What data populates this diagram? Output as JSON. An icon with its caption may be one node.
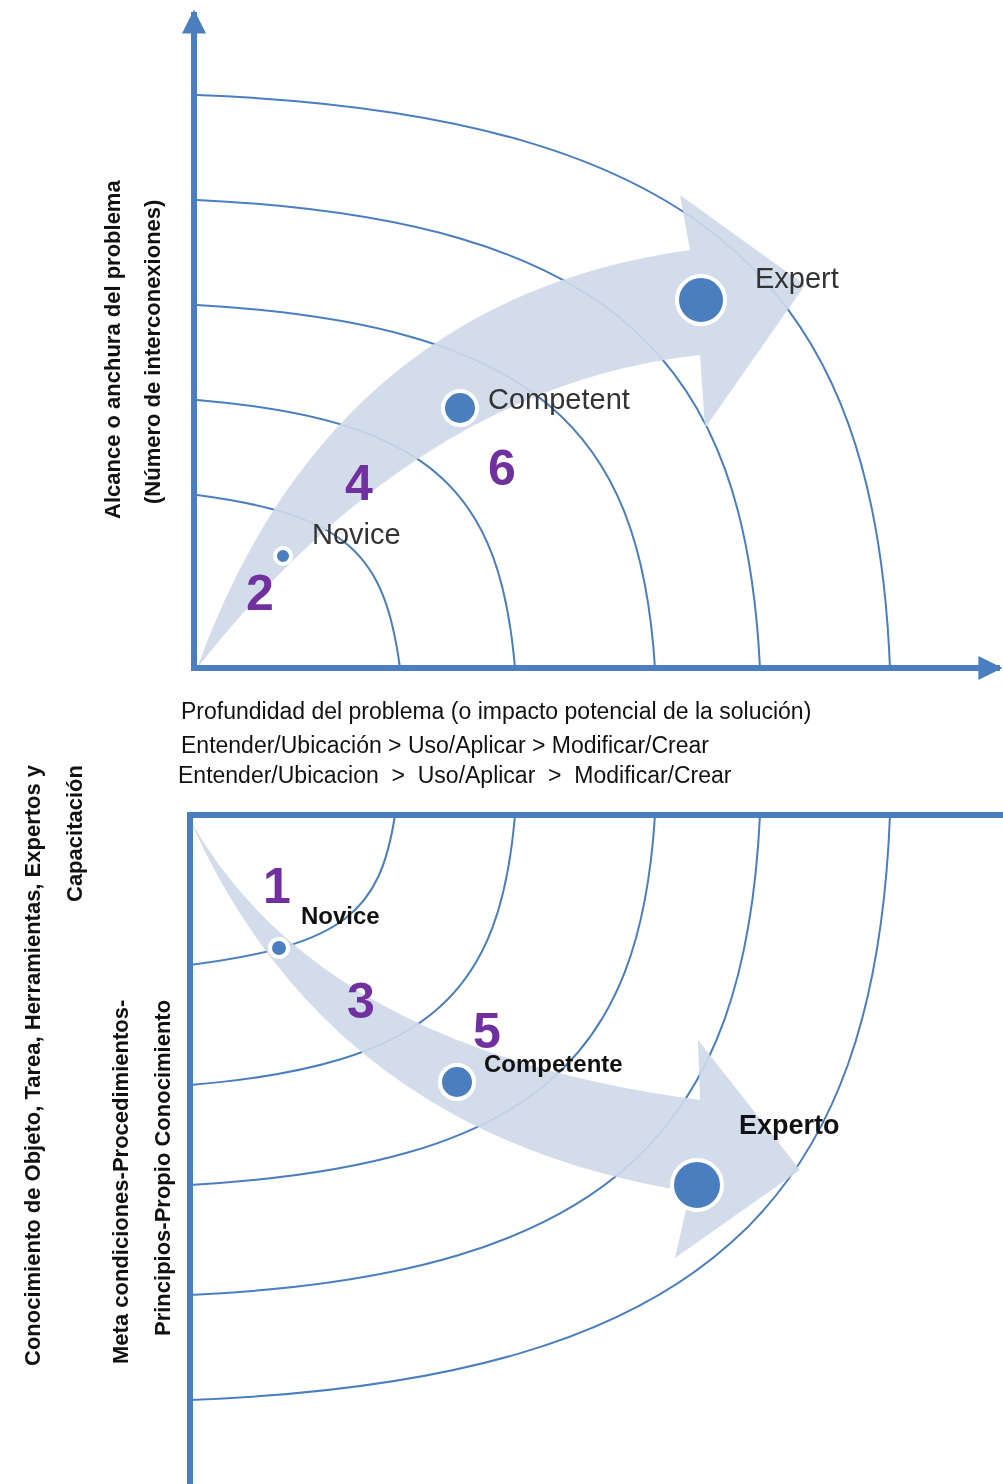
{
  "diagram": {
    "labels": [
      "Expert",
      "Competent",
      "6",
      "4",
      "Novice",
      "2",
      "Alcance o anchura del problema",
      "(Número de interconexiones)",
      "Profundidad del problema (o impacto potencial de la solución)",
      "Entender/Ubicación > Uso/Aplicar > Modificar/Crear",
      "Entender/Ubicacion  >  Uso/Aplicar  >  Modificar/Crear",
      "1",
      "Novice",
      "3",
      "5",
      "Competente",
      "Experto",
      "Conocimiento de Objeto, Tarea, Herramientas, Expertos y Capacitación",
      "Meta condiciones-Procedimientos-Principios-Propio Conocimiento"
    ]
  }
}
